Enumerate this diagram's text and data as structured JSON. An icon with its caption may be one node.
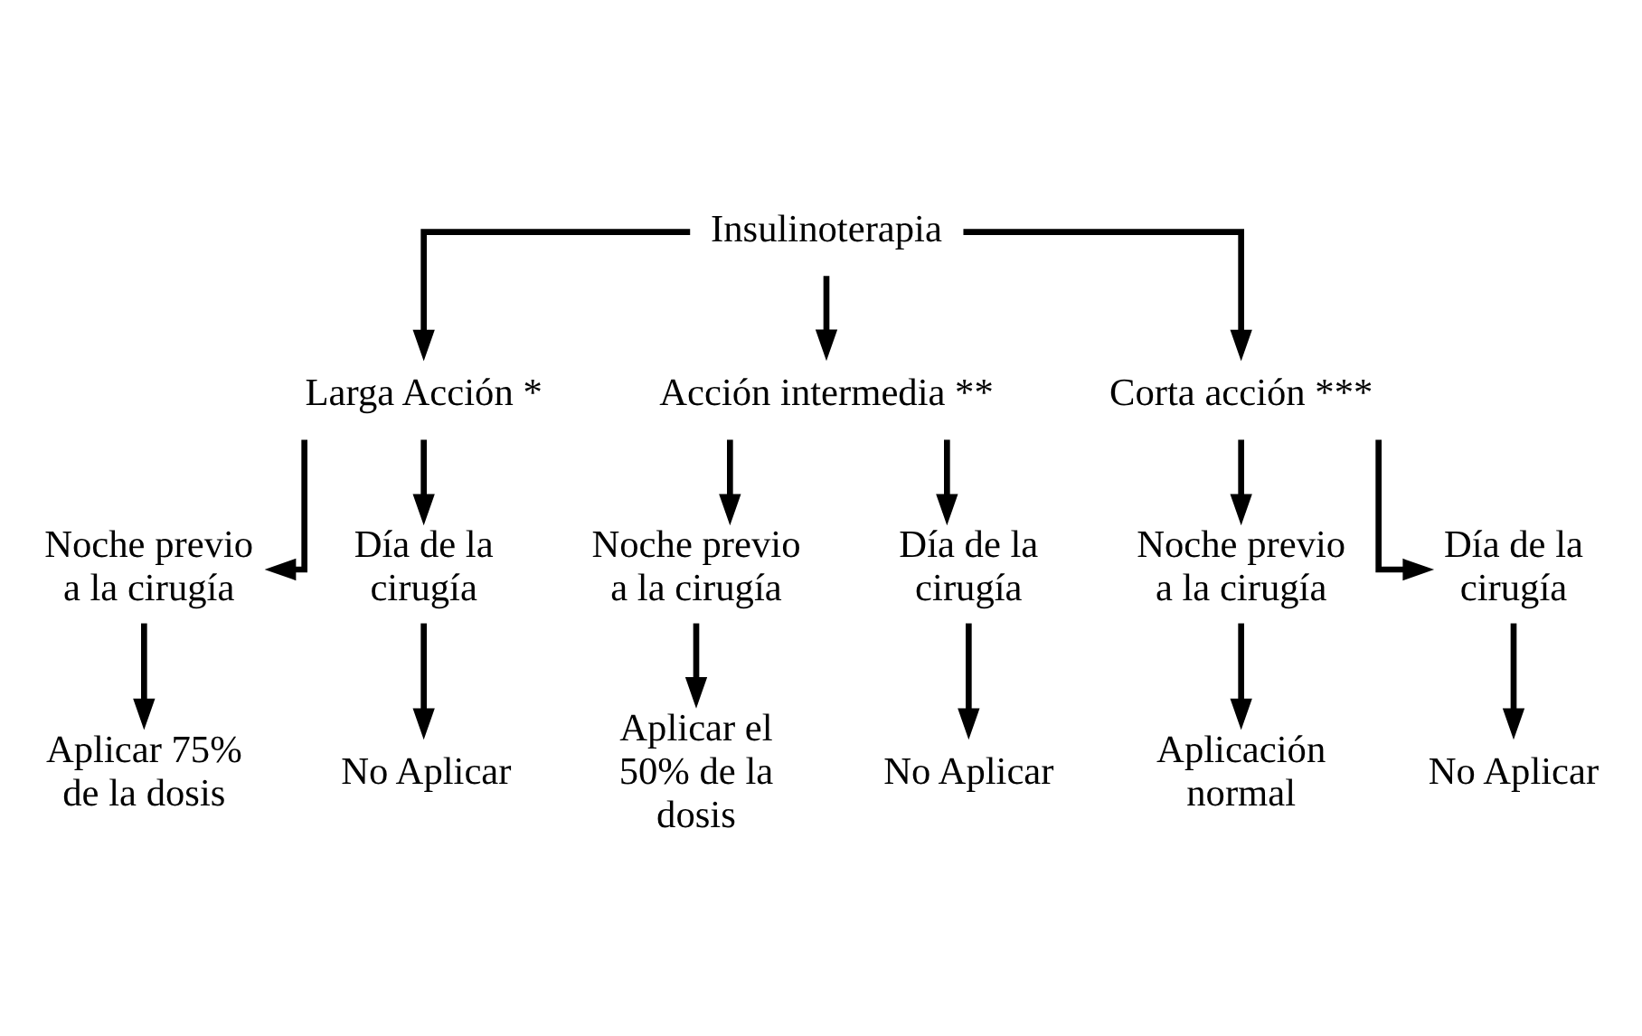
{
  "diagram": {
    "nodes": [
      {
        "text": [
          "Insulinoterapia"
        ]
      },
      {
        "text": [
          "Larga Acción *"
        ]
      },
      {
        "text": [
          "Acción intermedia **"
        ]
      },
      {
        "text": [
          "Corta acción ***"
        ]
      },
      {
        "text": [
          "Noche previo a la cirugía"
        ]
      },
      {
        "text": [
          "Día de la cirugía"
        ]
      },
      {
        "text": [
          "Noche previo a la cirugía"
        ]
      },
      {
        "text": [
          "Día de la cirugía"
        ]
      },
      {
        "text": [
          "Noche previo a la cirugía"
        ]
      },
      {
        "text": [
          "Día de la cirugía"
        ]
      },
      {
        "text": [
          "Aplicar 75% de la dosis"
        ]
      },
      {
        "text": [
          "No Aplicar"
        ]
      },
      {
        "text": [
          "Aplicar el 50% de la dosis"
        ]
      },
      {
        "text": [
          "No Aplicar"
        ]
      },
      {
        "text": [
          "Aplicación normal"
        ]
      },
      {
        "text": [
          "No Aplicar"
        ]
      }
    ],
    "edges": [
      {
        "from": 0,
        "to": 1,
        "arrow": "to"
      },
      {
        "from": 0,
        "to": 2,
        "arrow": "to"
      },
      {
        "from": 0,
        "to": 3,
        "arrow": "to"
      },
      {
        "from": 1,
        "to": 4,
        "arrow": "to"
      },
      {
        "from": 1,
        "to": 5,
        "arrow": "to"
      },
      {
        "from": 2,
        "to": 6,
        "arrow": "to"
      },
      {
        "from": 2,
        "to": 7,
        "arrow": "to"
      },
      {
        "from": 3,
        "to": 8,
        "arrow": "to"
      },
      {
        "from": 3,
        "to": 9,
        "arrow": "to"
      },
      {
        "from": 4,
        "to": 10,
        "arrow": "to"
      },
      {
        "from": 5,
        "to": 11,
        "arrow": "to"
      },
      {
        "from": 6,
        "to": 12,
        "arrow": "to"
      },
      {
        "from": 7,
        "to": 13,
        "arrow": "to"
      },
      {
        "from": 8,
        "to": 14,
        "arrow": "to"
      },
      {
        "from": 9,
        "to": 15,
        "arrow": "to"
      }
    ]
  }
}
